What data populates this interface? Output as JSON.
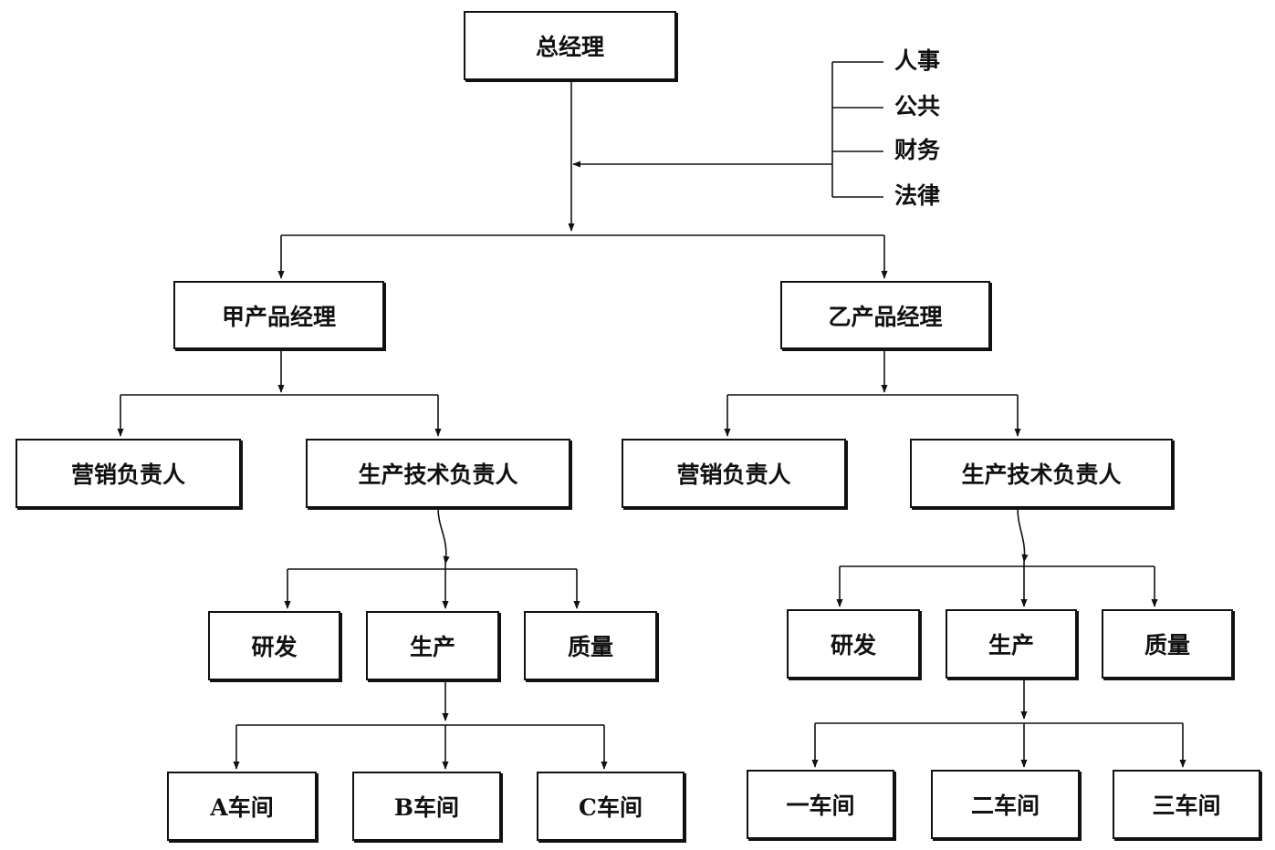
{
  "top": {
    "label": "总经理"
  },
  "staff": [
    "人事",
    "公共",
    "财务",
    "法律"
  ],
  "left": {
    "manager": "甲产品经理",
    "marketing": "营销负责人",
    "tech": "生产技术负责人",
    "rd": "研发",
    "production": "生产",
    "quality": "质量",
    "workshops": [
      "A车间",
      "B车间",
      "C车间"
    ]
  },
  "right": {
    "manager": "乙产品经理",
    "marketing": "营销负责人",
    "tech": "生产技术负责人",
    "rd": "研发",
    "production": "生产",
    "quality": "质量",
    "workshops": [
      "一车间",
      "二车间",
      "三车间"
    ]
  }
}
